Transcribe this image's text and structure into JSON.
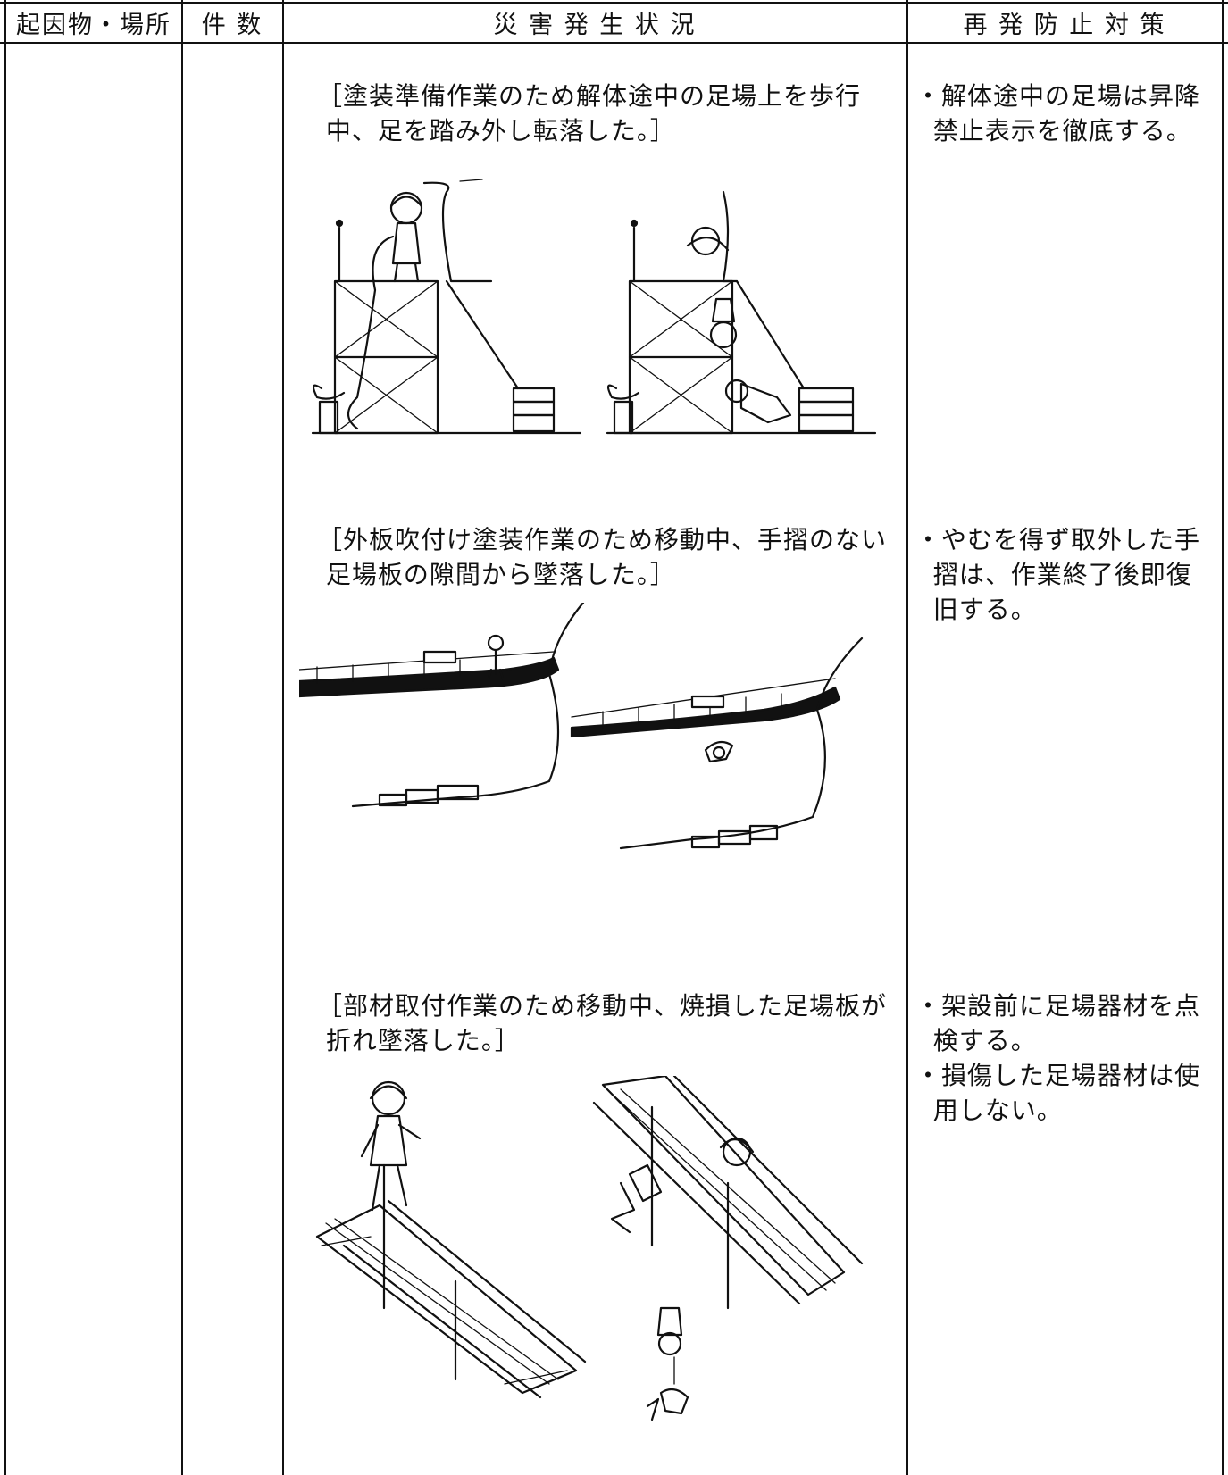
{
  "table": {
    "headers": {
      "cause_location": "起因物・場所",
      "count": "件 数",
      "situation": "災 害 発 生 状 況",
      "prevention": "再 発 防 止 対 策"
    },
    "rows": [
      {
        "situation": "［塗装準備作業のため解体途中の足場上を歩行\n 中、足を踏み外し転落した。］",
        "prevention": "・解体途中の足場は昇降\n  禁止表示を徹底する。",
        "illustration_icon": "scaffold-fall-illustration-icon"
      },
      {
        "situation": "［外板吹付け塗装作業のため移動中、手摺のない\n 足場板の隙間から墜落した。］",
        "prevention": "・やむを得ず取外した手\n  摺は、作業終了後即復\n  旧する。",
        "illustration_icon": "hull-scaffold-fall-illustration-icon"
      },
      {
        "situation": "［部材取付作業のため移動中、焼損した足場板が\n 折れ墜落した。］",
        "prevention": "・架設前に足場器材を点\n  検する。\n・損傷した足場器材は使\n  用しない。",
        "illustration_icon": "broken-plank-fall-illustration-icon"
      }
    ]
  }
}
